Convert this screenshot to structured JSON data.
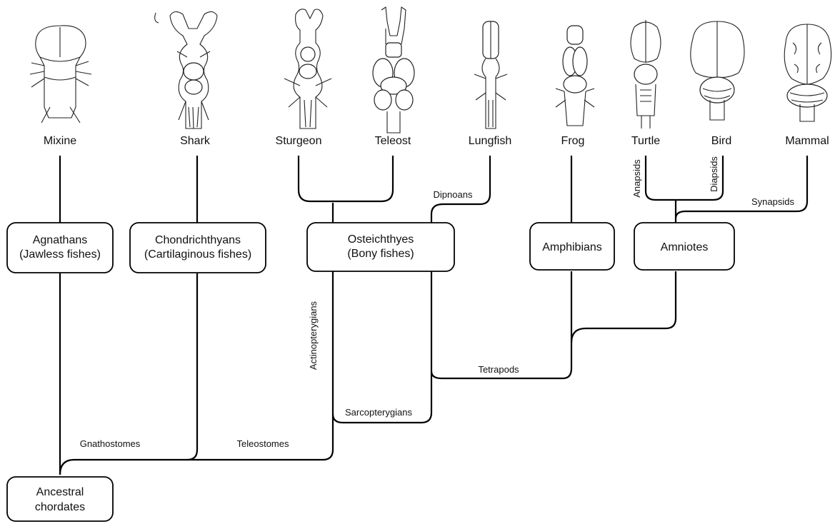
{
  "taxa": {
    "mixine": "Mixine",
    "shark": "Shark",
    "sturgeon": "Sturgeon",
    "teleost": "Teleost",
    "lungfish": "Lungfish",
    "frog": "Frog",
    "turtle": "Turtle",
    "bird": "Bird",
    "mammal": "Mammal"
  },
  "groups": {
    "agnathans": [
      "Agnathans",
      "(Jawless fishes)"
    ],
    "chondrichthyans": [
      "Chondrichthyans",
      "(Cartilaginous fishes)"
    ],
    "osteichthyes": [
      "Osteichthyes",
      "(Bony fishes)"
    ],
    "amphibians": "Amphibians",
    "amniotes": "Amniotes",
    "ancestral": [
      "Ancestral",
      "chordates"
    ]
  },
  "clades": {
    "gnathostomes": "Gnathostomes",
    "teleostomes": "Teleostomes",
    "actinopterygians": "Actinopterygians",
    "sarcopterygians": "Sarcopterygians",
    "tetrapods": "Tetrapods",
    "dipnoans": "Dipnoans",
    "anapsids": "Anapsids",
    "diapsids": "Diapsids",
    "synapsids": "Synapsids"
  }
}
